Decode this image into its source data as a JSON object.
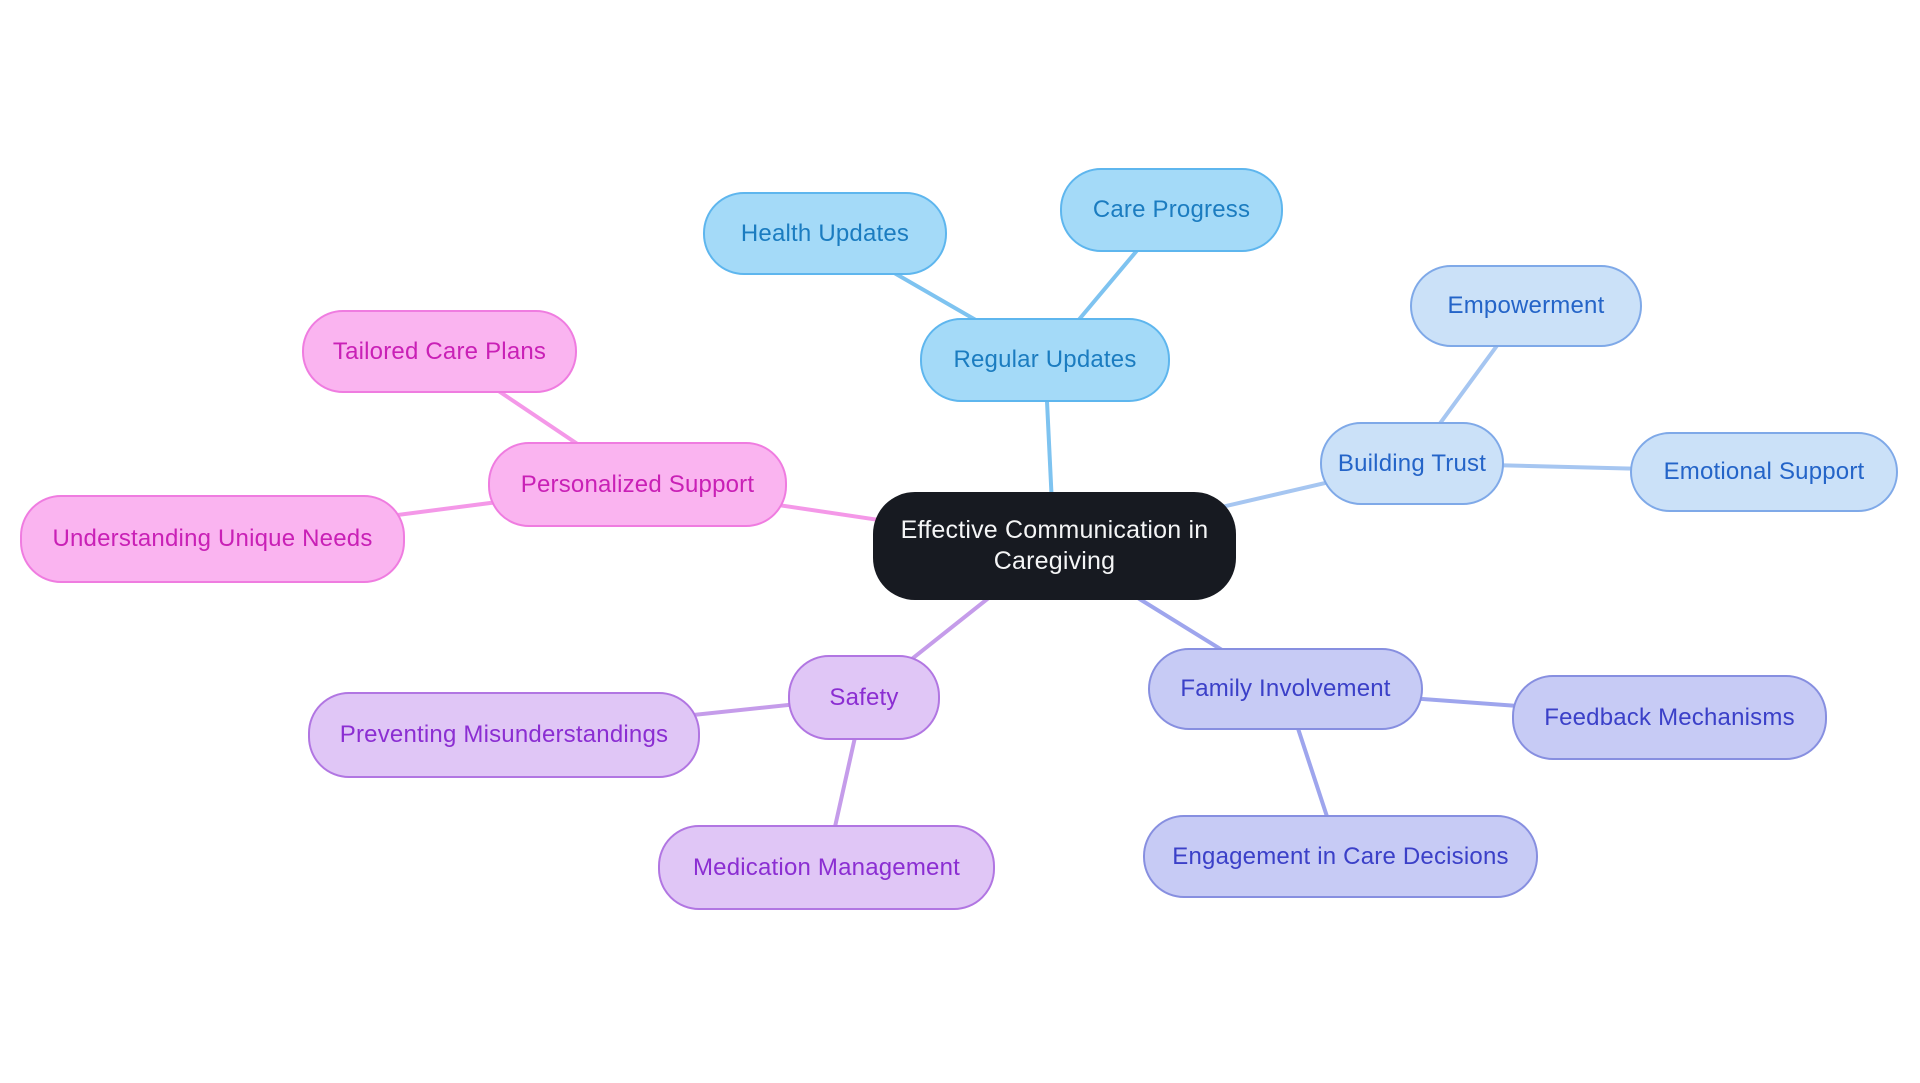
{
  "diagram": {
    "type": "mindmap",
    "background": "#FFFFFF",
    "center": {
      "label": "Effective Communication in Caregiving",
      "fill": "#171A21",
      "text_color": "#F4F5F6"
    },
    "branches": [
      {
        "label": "Regular Updates",
        "colors": {
          "fill": "#A4DAF8",
          "border": "#5EB6EE",
          "text": "#1B7CC0",
          "line": "#7EC3F0"
        },
        "children": [
          {
            "label": "Health Updates"
          },
          {
            "label": "Care Progress"
          }
        ]
      },
      {
        "label": "Building Trust",
        "colors": {
          "fill": "#CBE1F8",
          "border": "#7FA9E8",
          "text": "#2464C8",
          "line": "#A6C6F1"
        },
        "children": [
          {
            "label": "Empowerment"
          },
          {
            "label": "Emotional Support"
          }
        ]
      },
      {
        "label": "Personalized Support",
        "colors": {
          "fill": "#FAB4F0",
          "border": "#EF7CE0",
          "text": "#C920B6",
          "line": "#F498E8"
        },
        "children": [
          {
            "label": "Tailored Care Plans"
          },
          {
            "label": "Understanding Unique Needs"
          }
        ]
      },
      {
        "label": "Safety",
        "colors": {
          "fill": "#E0C6F6",
          "border": "#B176E2",
          "text": "#8B2ED2",
          "line": "#C59CEA"
        },
        "children": [
          {
            "label": "Preventing Misunderstandings"
          },
          {
            "label": "Medication Management"
          }
        ]
      },
      {
        "label": "Family Involvement",
        "colors": {
          "fill": "#C7CBF5",
          "border": "#878FE0",
          "text": "#3B40C8",
          "line": "#9EA5ED"
        },
        "children": [
          {
            "label": "Feedback Mechanisms"
          },
          {
            "label": "Engagement in Care Decisions"
          }
        ]
      }
    ]
  }
}
